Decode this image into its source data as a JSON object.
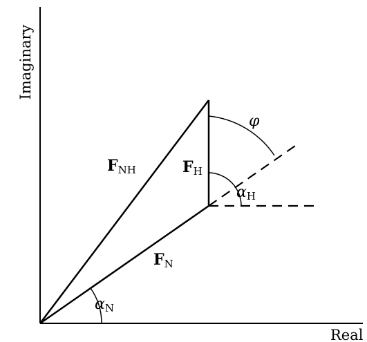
{
  "axes": {
    "x_label": "Real",
    "y_label": "Imaginary"
  },
  "vectors": {
    "f_nh": {
      "symbol": "F",
      "subscript": "NH"
    },
    "f_h": {
      "symbol": "F",
      "subscript": "H"
    },
    "f_n": {
      "symbol": "F",
      "subscript": "N"
    }
  },
  "angles": {
    "alpha_n": {
      "symbol": "α",
      "subscript": "N"
    },
    "alpha_h": {
      "symbol": "α",
      "subscript": "H"
    },
    "phi": {
      "symbol": "φ"
    }
  },
  "colors": {
    "ink": "#000000",
    "background": "#ffffff"
  }
}
